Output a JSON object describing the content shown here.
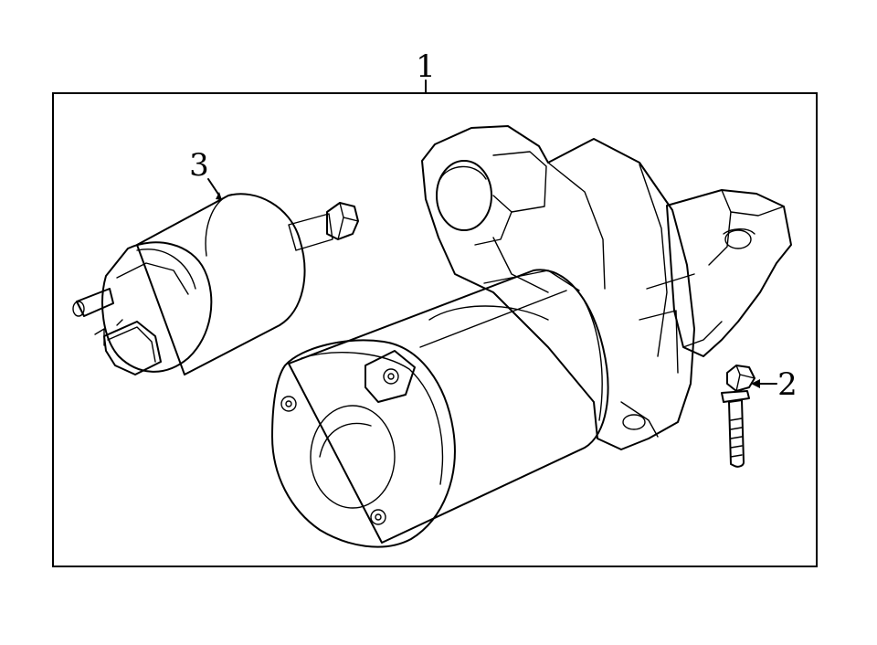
{
  "diagram": {
    "callouts": {
      "assembly": "1",
      "bolt": "2",
      "solenoid": "3"
    },
    "colors": {
      "highlight": "#a8e2fb",
      "line": "#000000",
      "background": "#ffffff"
    }
  }
}
